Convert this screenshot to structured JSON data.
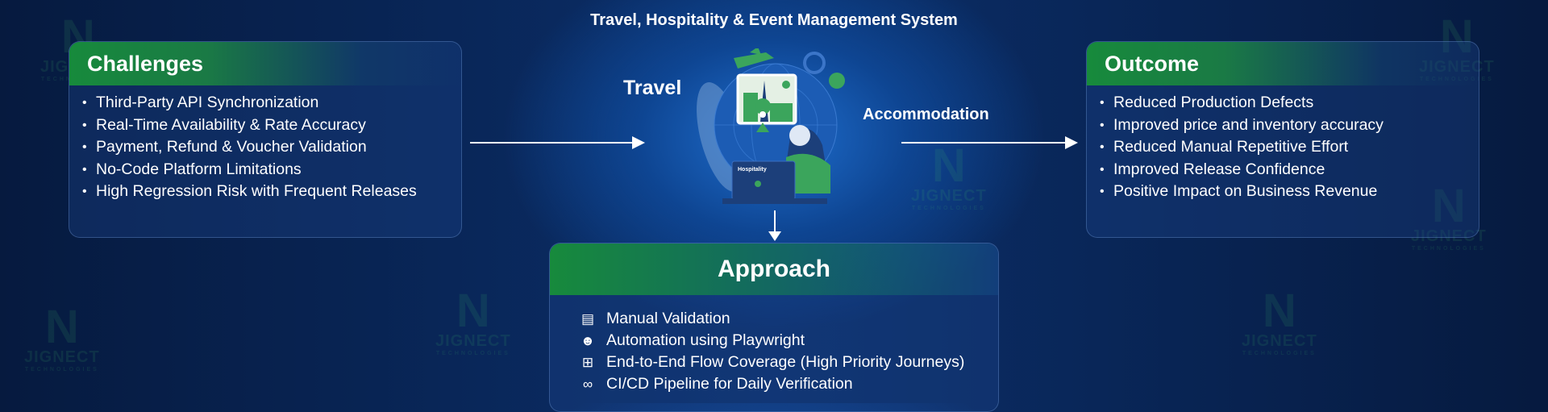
{
  "title": "Travel, Hospitality & Event Management System",
  "center": {
    "travel": "Travel",
    "accommodation": "Accommodation",
    "hospitality": "Hospitality"
  },
  "challenges": {
    "title": "Challenges",
    "items": [
      "Third-Party API Synchronization",
      "Real-Time Availability & Rate Accuracy",
      "Payment, Refund & Voucher Validation",
      "No-Code Platform Limitations",
      "High Regression Risk with Frequent Releases"
    ]
  },
  "outcome": {
    "title": "Outcome",
    "items": [
      "Reduced Production Defects",
      "Improved price and inventory accuracy",
      "Reduced Manual Repetitive Effort",
      "Improved Release Confidence",
      "Positive Impact on Business Revenue"
    ]
  },
  "approach": {
    "title": "Approach",
    "items": [
      {
        "icon": "checklist-icon",
        "label": "Manual Validation"
      },
      {
        "icon": "masks-icon",
        "label": "Automation using Playwright"
      },
      {
        "icon": "flow-icon",
        "label": "End-to-End Flow Coverage (High Priority Journeys)"
      },
      {
        "icon": "infinity-icon",
        "label": "CI/CD Pipeline for Daily Verification"
      }
    ]
  },
  "watermark": {
    "name": "JIGNECT",
    "sub": "TECHNOLOGIES"
  },
  "colors": {
    "green": "#178a3c",
    "bg": "#0b2f6a"
  }
}
